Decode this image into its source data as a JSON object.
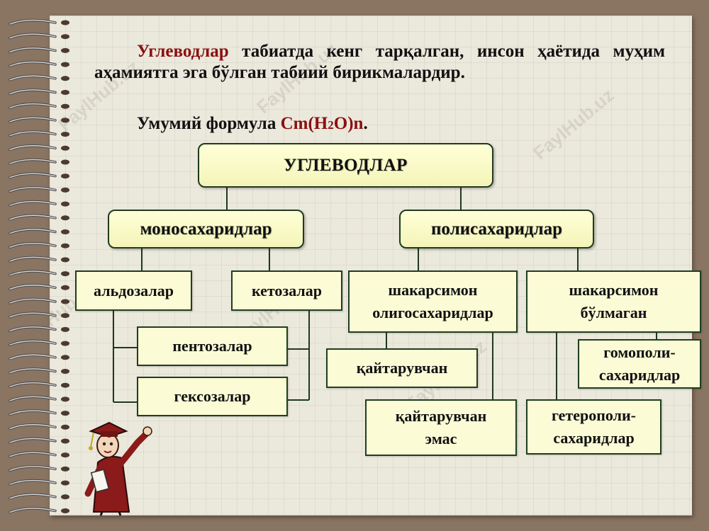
{
  "intro": {
    "highlight": "Углеводлар",
    "definition": " табиатда кенг тарқалган, инсон ҳаётида муҳим аҳамиятга эга бўлган табиий бирикмалардир.",
    "formula_label": "Умумий формула ",
    "formula_prefix": "Cm(H",
    "formula_sub": "2",
    "formula_suffix": "O)n",
    "formula_end": "."
  },
  "diagram": {
    "root": "УГЛЕВОДЛАР",
    "mono": "моносахаридлар",
    "poly": "полисахаридлар",
    "aldoses": "альдозалар",
    "ketoses": "кетозалар",
    "pentoses": "пентозалар",
    "hexoses": "гексозалар",
    "sugar_like": "шакарсимон олигосахаридлар",
    "non_sugar": "шакарсимон бўлмаган",
    "reducing": "қайтарувчан",
    "non_reducing": "қайтарувчан эмас",
    "homo": "гомополи-сахаридлар",
    "hetero": "гетерополи-сахаридлар"
  },
  "watermark": "FaylHub.uz",
  "colors": {
    "accent_red": "#8b1010",
    "box_fill": "#fbfbd6",
    "box_border": "#203e20",
    "background": "#8a7462"
  },
  "icons": [
    "spiral-binding-icon",
    "student-graduate-icon"
  ]
}
